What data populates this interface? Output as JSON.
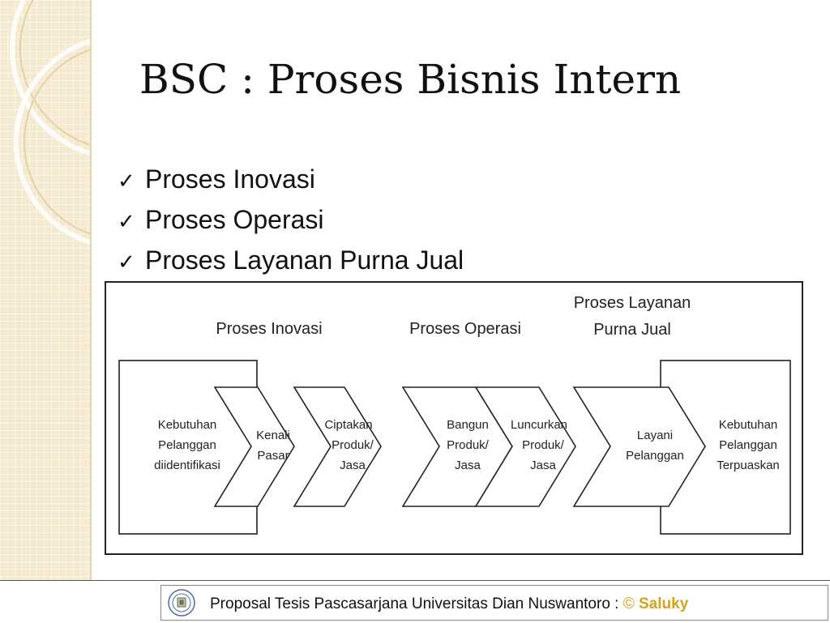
{
  "slide": {
    "title": "BSC : Proses Bisnis Intern",
    "bullets": [
      {
        "check": "✓",
        "text": "Proses Inovasi"
      },
      {
        "check": "✓",
        "text": "Proses Operasi"
      },
      {
        "check": "✓",
        "text": "Proses Layanan Purna Jual"
      }
    ]
  },
  "diagram": {
    "phases": {
      "innovation": "Proses Inovasi",
      "operation": "Proses Operasi",
      "after_sales": [
        "Proses Layanan",
        "Purna Jual"
      ]
    },
    "start": [
      "Kebutuhan",
      "Pelanggan",
      "diidentifikasi"
    ],
    "steps": [
      [
        "Kenali",
        "Pasar"
      ],
      [
        "Ciptakan",
        "Produk/",
        "Jasa"
      ],
      [
        "Bangun",
        "Produk/",
        "Jasa"
      ],
      [
        "Luncurkan",
        "Produk/",
        "Jasa"
      ],
      [
        "Layani",
        "Pelanggan"
      ]
    ],
    "end": [
      "Kebutuhan",
      "Pelanggan",
      "Terpuaskan"
    ]
  },
  "footer": {
    "text": "Proposal Tesis Pascasarjana Universitas Dian Nuswantoro : ",
    "copyright_symbol": "©",
    "author": "Saluky",
    "logo_icon": "university-seal-icon",
    "accent_color": "#d6a21a"
  }
}
